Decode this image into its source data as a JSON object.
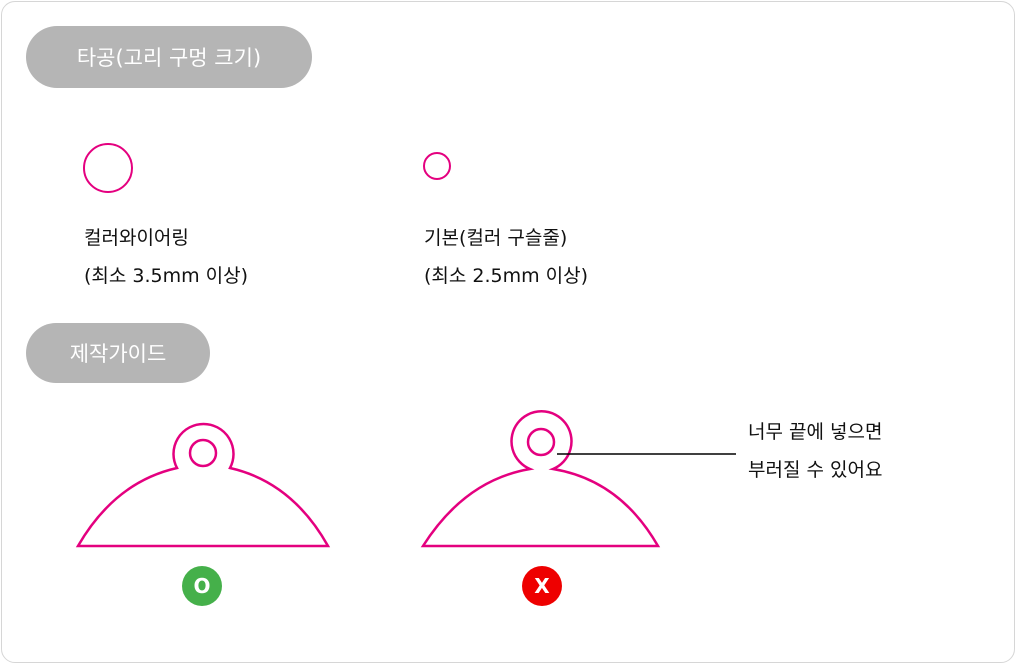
{
  "sections": {
    "hole_title": "타공(고리 구멍 크기)",
    "guide_title": "제작가이드"
  },
  "hole_options": [
    {
      "name": "컬러와이어링",
      "spec": "(최소 3.5mm 이상)"
    },
    {
      "name": "기본(컬러 구슬줄)",
      "spec": "(최소 2.5mm 이상)"
    }
  ],
  "guide": {
    "good_mark": "O",
    "bad_mark": "X",
    "warning_line1": "너무 끝에 넣으면",
    "warning_line2": "부러질 수 있어요"
  },
  "colors": {
    "accent": "#e4007f",
    "good": "#45b04a",
    "bad": "#ee0000",
    "pill": "#b5b5b5"
  }
}
